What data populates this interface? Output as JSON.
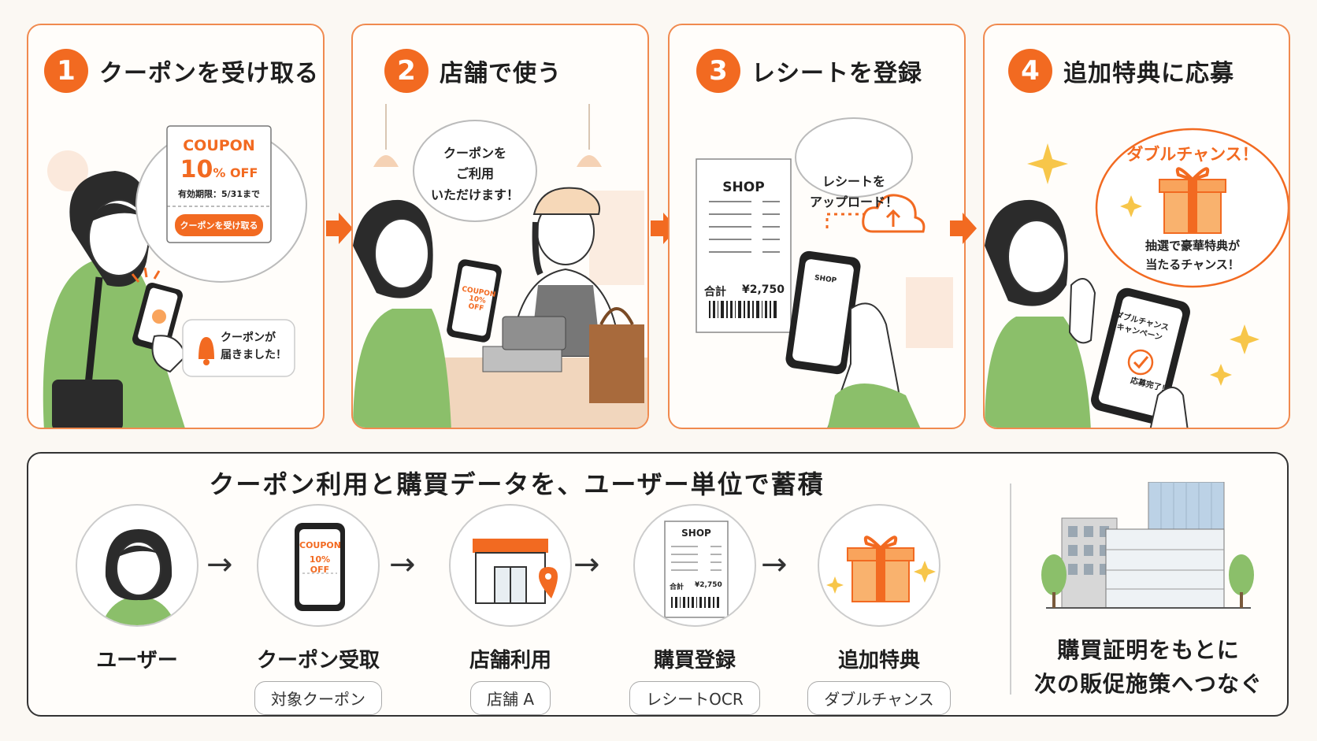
{
  "steps": [
    {
      "num": "1",
      "title": "クーポンを受け取る"
    },
    {
      "num": "2",
      "title": "店舗で使う"
    },
    {
      "num": "3",
      "title": "レシートを登録"
    },
    {
      "num": "4",
      "title": "追加特典に応募"
    }
  ],
  "step1": {
    "coupon_heading": "COUPON",
    "coupon_value": "10",
    "coupon_unit": "% OFF",
    "coupon_expiry": "有効期限：5/31まで",
    "coupon_button": "クーポンを受け取る",
    "notice_line1": "クーポンが",
    "notice_line2": "届きました！"
  },
  "step2": {
    "bubble_line1": "クーポンを",
    "bubble_line2": "ご利用",
    "bubble_line3": "いただけます！",
    "phone_coupon": "COUPON",
    "phone_value": "10% OFF"
  },
  "step3": {
    "bubble_line1": "レシートを",
    "bubble_line2": "アップロード！",
    "receipt_shop": "SHOP",
    "receipt_total_label": "合計",
    "receipt_total_value": "¥2,750",
    "phone_shop": "SHOP"
  },
  "step4": {
    "bubble_title": "ダブルチャンス！",
    "bubble_line1": "抽選で豪華特典が",
    "bubble_line2": "当たるチャンス！",
    "phone_line1": "ダブルチャンス",
    "phone_line2": "キャンペーン",
    "phone_done": "応募完了！"
  },
  "bottom": {
    "title": "クーポン利用と購買データを、ユーザー単位で蓄積",
    "flow": [
      {
        "label": "ユーザー",
        "tag": ""
      },
      {
        "label": "クーポン受取",
        "tag": "対象クーポン"
      },
      {
        "label": "店舗利用",
        "tag": "店舗 A"
      },
      {
        "label": "購買登録",
        "tag": "レシートOCR"
      },
      {
        "label": "追加特典",
        "tag": "ダブルチャンス"
      }
    ],
    "mini_coupon": "COUPON",
    "mini_value": "10% OFF",
    "mini_shop": "SHOP",
    "mini_total_label": "合計",
    "mini_total_value": "¥2,750",
    "summary_line1": "購買証明をもとに",
    "summary_line2": "次の販促施策へつなぐ"
  },
  "colors": {
    "accent": "#f26a21",
    "green": "#8bbf6a",
    "border": "#f08a4f"
  },
  "icons": [
    "bell-icon",
    "cloud-upload-icon",
    "gift-icon",
    "sparkle-icon",
    "location-pin-icon",
    "check-icon",
    "building-icon"
  ]
}
